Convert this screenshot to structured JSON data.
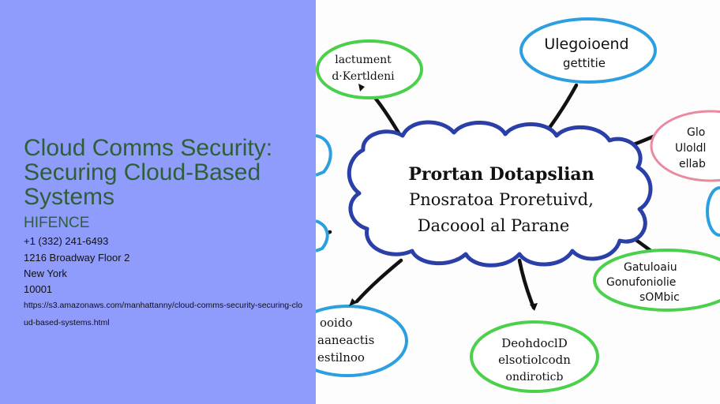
{
  "sidebar": {
    "title": "Cloud Comms Security: Securing Cloud-Based Systems",
    "company": "HIFENCE",
    "phone": "+1 (332) 241-6493",
    "address_line1": "1216 Broadway Floor 2",
    "city": "New York",
    "zip": "10001",
    "url": "https://s3.amazonaws.com/manhattanny/cloud-comms-security-securing-cloud-based-systems.html",
    "background_color": "#8f9cfb",
    "text_color": "#2f5f37"
  },
  "illustration": {
    "center_lines": [
      "Prortan Dotapslian",
      "Pnosratoa Proretuivd,",
      "Dacoool  al  Parane"
    ],
    "top_left_lines": [
      "lactument",
      "d·Kertldeni"
    ],
    "top_right_lines": [
      "Ulegoioend",
      "gettitie"
    ],
    "right_upper_lines": [
      "Glo",
      "Uloldl",
      "ellab"
    ],
    "right_lower_lines": [
      "Gatuloaiu",
      "Gonufoniolie",
      "sOMbic"
    ],
    "bottom_left_lines": [
      "ooido",
      "aaneactis",
      "estilnoo"
    ],
    "bottom_center_lines": [
      "DeohdoclD",
      "elsotiolcodn",
      "ondiroticb"
    ]
  }
}
